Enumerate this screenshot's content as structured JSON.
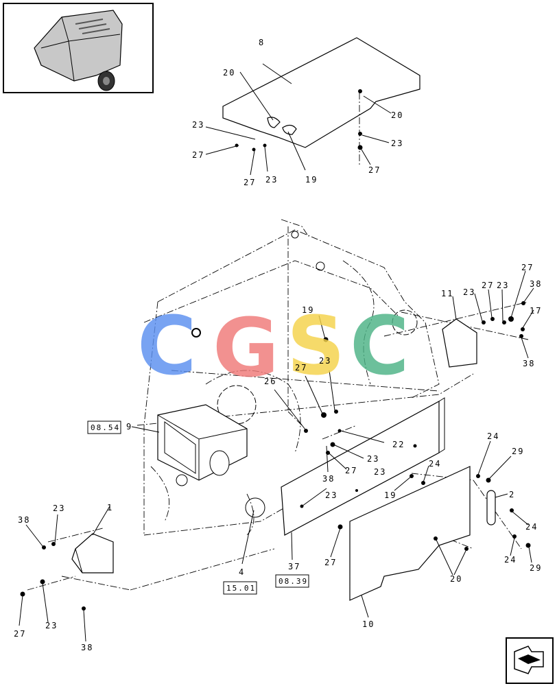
{
  "diagram": {
    "watermark": {
      "letters": [
        "C",
        "G",
        "S",
        "C"
      ],
      "colors": [
        "#5b8ff0",
        "#f07a78",
        "#f5d24a",
        "#4cb386"
      ]
    },
    "reference_boxes": [
      "08.54",
      "15.01",
      "08.39"
    ],
    "callouts": {
      "top_panel": [
        "8",
        "20",
        "20",
        "23",
        "23",
        "23",
        "27",
        "27",
        "27",
        "19"
      ],
      "right_bracket": [
        "11",
        "23",
        "27",
        "23",
        "27",
        "38",
        "17",
        "38"
      ],
      "center": [
        "19",
        "23",
        "27",
        "26",
        "23",
        "22",
        "23",
        "27",
        "38"
      ],
      "lower_panel": [
        "9",
        "1",
        "23",
        "38",
        "27",
        "23",
        "38",
        "4",
        "37",
        "27",
        "23",
        "19",
        "24",
        "24",
        "29",
        "2",
        "24",
        "24",
        "29",
        "20",
        "10"
      ]
    },
    "icons": [
      "thumbnail-baler-icon",
      "navigation-arrow-icon"
    ]
  }
}
